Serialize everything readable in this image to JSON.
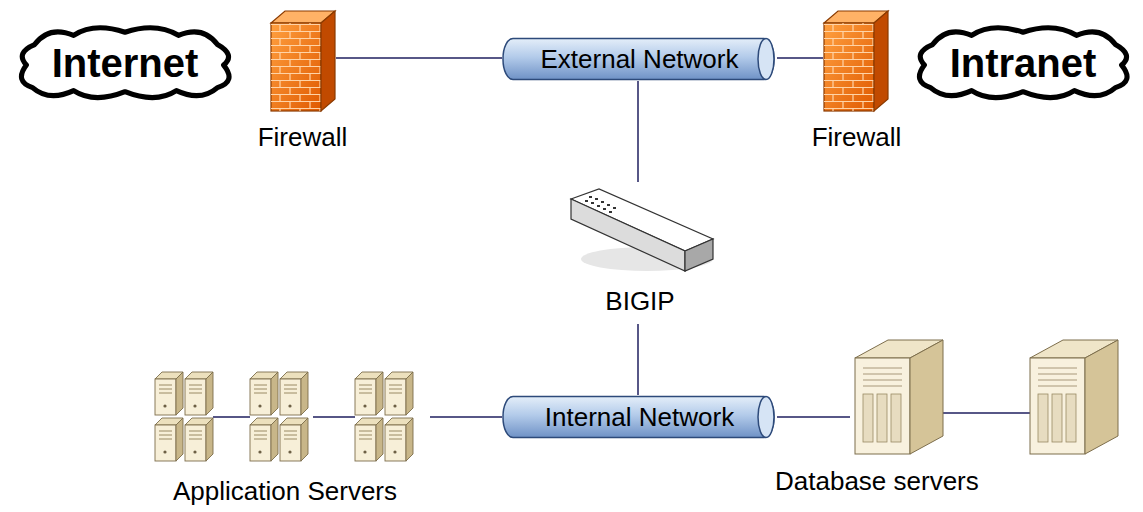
{
  "diagram": {
    "nodes": [
      {
        "text": [
          "Internet"
        ]
      },
      {
        "text": [
          "Firewall"
        ]
      },
      {
        "text": [
          "External Network"
        ]
      },
      {
        "text": [
          "Firewall"
        ]
      },
      {
        "text": [
          "Intranet"
        ]
      },
      {
        "text": [
          "BIGIP"
        ]
      },
      {
        "text": [
          "Application Servers"
        ]
      },
      {
        "text": [
          "Internal Network"
        ]
      },
      {
        "text": [
          "Database servers"
        ]
      }
    ],
    "edges": [
      {
        "from": 1,
        "to": 2,
        "arrow": "none"
      },
      {
        "from": 2,
        "to": 3,
        "arrow": "none"
      },
      {
        "from": 2,
        "to": 5,
        "arrow": "none"
      },
      {
        "from": 5,
        "to": 7,
        "arrow": "none"
      },
      {
        "from": 6,
        "to": 7,
        "arrow": "none"
      },
      {
        "from": 7,
        "to": 8,
        "arrow": "none"
      }
    ]
  }
}
